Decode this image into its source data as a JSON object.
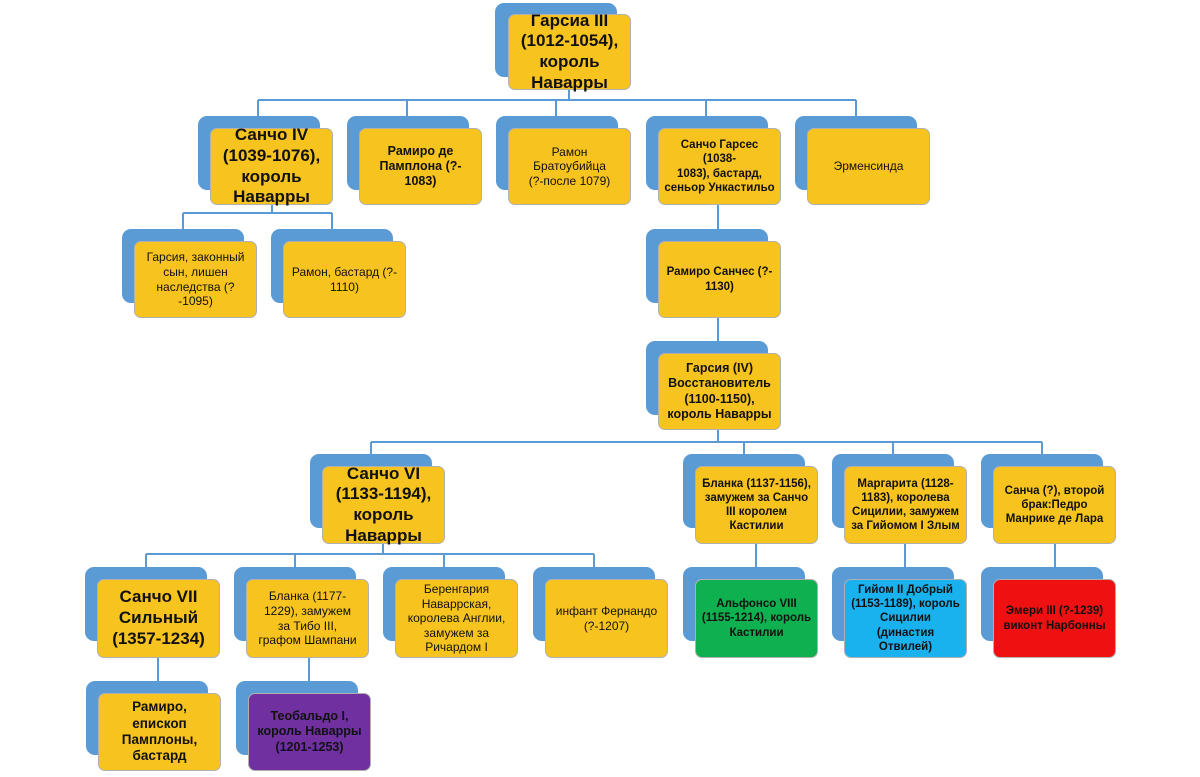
{
  "diagram": {
    "root": {
      "label": "Гарсиа III\n(1012-1054),\nкороль\nНаварры"
    },
    "gen1": [
      {
        "label": "Санчо IV\n(1039-1076),\nкороль\nНаварры"
      },
      {
        "label": "Рамиро де\nПамплона (?-\n1083)"
      },
      {
        "label": "Рамон Братоубийца\n(?-после 1079)"
      },
      {
        "label": "Санчо Гарсес (1038-\n1083), бастард,\nсеньор Ункастильо"
      },
      {
        "label": "Эрменсинда"
      }
    ],
    "sancho4_children": [
      {
        "label": "Гарсия, законный\nсын, лишен\nнаследства (?-1095)"
      },
      {
        "label": "Рамон, бастард (?-\n1110)"
      }
    ],
    "ramiro_sanches": {
      "label": "Рамиро Санчес (?-\n1130)"
    },
    "garcia4": {
      "label": "Гарсия (IV)\nВосстановитель\n(1100-1150),\nкороль Наварры"
    },
    "gen4": [
      {
        "label": "Санчо VI\n(1133-1194),\nкороль\nНаварры"
      },
      {
        "label": "Бланка (1137-1156),\nзамужем за Санчо\nIII королем\nКастилии"
      },
      {
        "label": "Маргарита (1128-\n1183), королева\nСицилии, замужем\nза Гийомом I Злым"
      },
      {
        "label": "Санча (?), второй\nбрак:Педро\nМанрике де Лара"
      }
    ],
    "sancho6_children": [
      {
        "label": "Санчо VII\nСильный\n(1357-1234)"
      },
      {
        "label": "Бланка (1177-\n1229), замужем\nза Тибо III,\nграфом Шампани"
      },
      {
        "label": "Беренгария\nНаваррская,\nкоролева Англии,\nзамужем за\nРичардом I"
      },
      {
        "label": "инфант Фернандо\n(?-1207)"
      }
    ],
    "gen5_right": [
      {
        "label": "Альфонсо VIII\n(1155-1214), король\nКастилии"
      },
      {
        "label": "Гийом II Добрый\n(1153-1189), король\nСицилии (династия\nОтвилей)"
      },
      {
        "label": "Эмери III (?-1239)\nвиконт Нарбонны"
      }
    ],
    "gen6": [
      {
        "label": "Рамиро,\nепископ\nПамплоны,\nбастард"
      },
      {
        "label": "Теобальдо I,\nкороль Наварры\n(1201-1253)"
      }
    ]
  },
  "colors": {
    "connector": "#5b9bd5",
    "shadow": "#5b9bd5",
    "card_default": "#f7c31f",
    "card_green": "#0fb04f",
    "card_blue": "#1ab1ef",
    "card_red": "#ef1111",
    "card_purple": "#7030a0"
  }
}
